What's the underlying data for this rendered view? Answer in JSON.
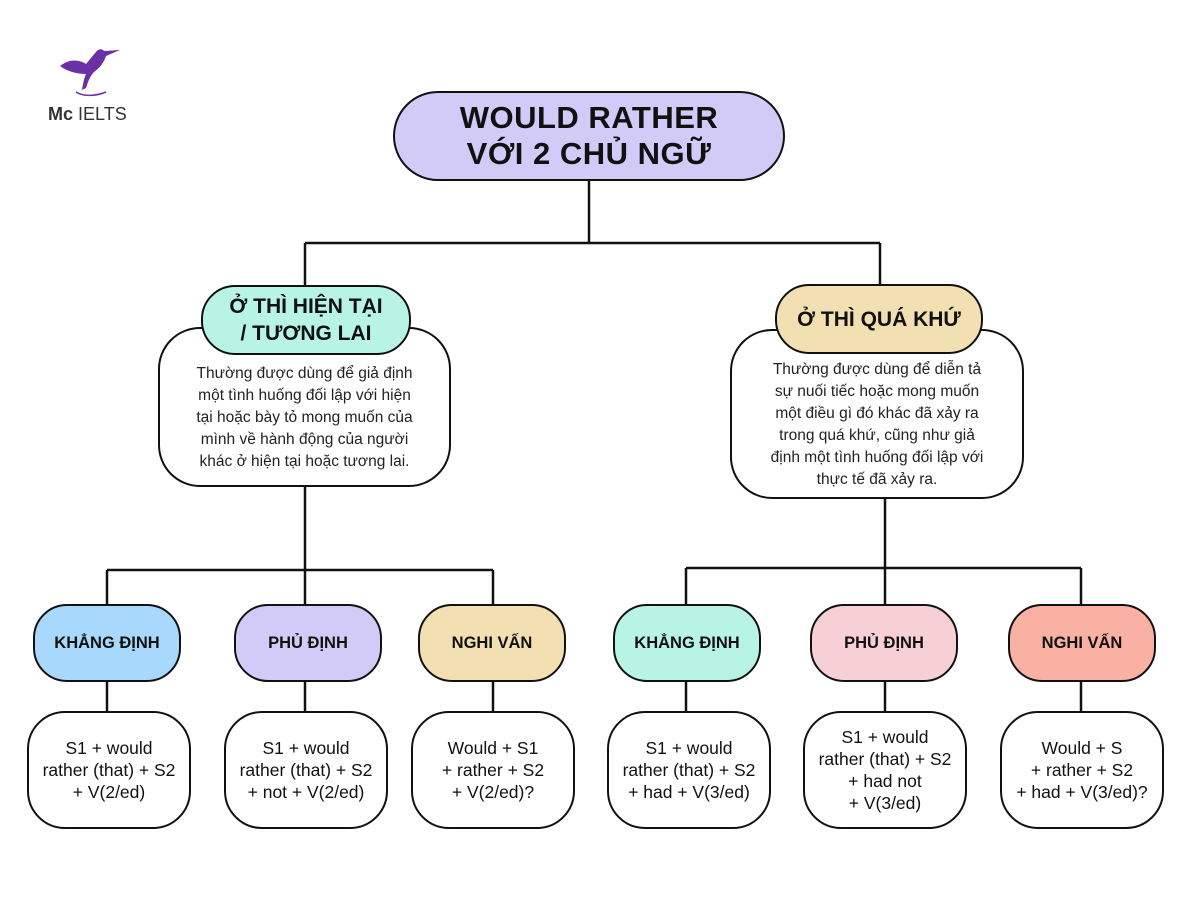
{
  "logo": {
    "brand_bold": "Mc",
    "brand_text": " IELTS",
    "icon": "hummingbird-icon",
    "color": "#6b2fa6"
  },
  "title": "WOULD RATHER\nVỚI 2 CHỦ NGỮ",
  "colors": {
    "title": "#d3cbf7",
    "present": "#b8f4e6",
    "past": "#f2dfb2",
    "khang_dinh_present": "#a8d8fb",
    "phu_dinh_present": "#d3cbf7",
    "nghi_van_present": "#f2dfb2",
    "khang_dinh_past": "#b8f4e6",
    "phu_dinh_past": "#f7d0d6",
    "nghi_van_past": "#f8b1a2"
  },
  "present": {
    "label": "Ở THÌ HIỆN TẠI\n/ TƯƠNG LAI",
    "description": "Thường được dùng để giả định\nmột tình huống đối lập với hiện\ntại hoặc bày tỏ mong muốn của\nmình về hành động của người\nkhác ở hiện tại hoặc tương lai.",
    "types": [
      {
        "label": "KHẲNG ĐỊNH",
        "formula": "S1 + would\nrather (that) + S2\n+ V(2/ed)"
      },
      {
        "label": "PHỦ ĐỊNH",
        "formula": "S1 + would\nrather (that) + S2\n+ not + V(2/ed)"
      },
      {
        "label": "NGHI VẤN",
        "formula": "Would + S1\n+ rather + S2\n+ V(2/ed)?"
      }
    ]
  },
  "past": {
    "label": "Ở THÌ QUÁ KHỨ",
    "description": "Thường được dùng để diễn tả\nsự nuối tiếc hoặc mong muốn\nmột điều gì đó khác đã xảy ra\ntrong quá khứ, cũng như giả\nđịnh một tình huống đối lập với\nthực tế đã xảy ra.",
    "types": [
      {
        "label": "KHẲNG ĐỊNH",
        "formula": "S1 + would\nrather (that) + S2\n+ had + V(3/ed)"
      },
      {
        "label": "PHỦ ĐỊNH",
        "formula": "S1 + would\nrather (that) + S2\n+ had not\n+ V(3/ed)"
      },
      {
        "label": "NGHI VẤN",
        "formula": "Would + S\n+ rather + S2\n+ had + V(3/ed)?"
      }
    ]
  }
}
